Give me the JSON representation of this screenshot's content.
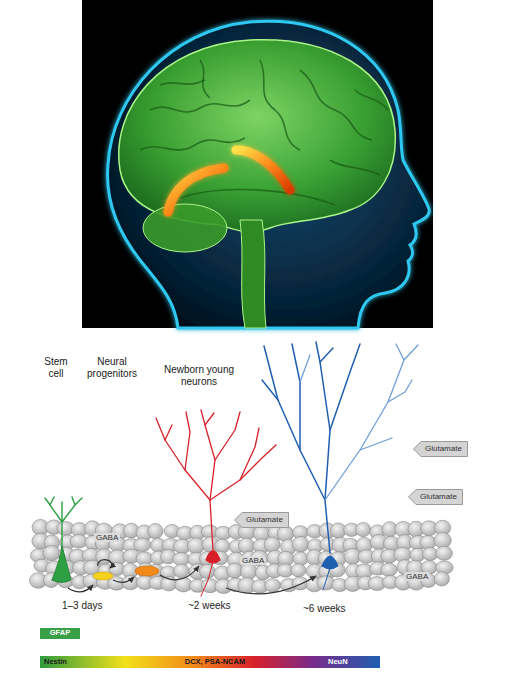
{
  "diagram": {
    "nodes": [
      {
        "text": [
          "Glutamate"
        ]
      },
      {
        "text": [
          "Glutamate"
        ]
      },
      {
        "text": [
          "Glutamate"
        ]
      },
      {
        "text": [
          "GFAP"
        ]
      },
      {
        "text": [
          "Nestin",
          "DCX, PSA-NCAM",
          "NeuN"
        ]
      }
    ],
    "labels": [
      "Stem cell",
      "Neural progenitors",
      "Newborn young neurons",
      "GABA",
      "GABA",
      "GABA",
      "1–3 days",
      "~2 weeks",
      "~6 weeks"
    ]
  }
}
